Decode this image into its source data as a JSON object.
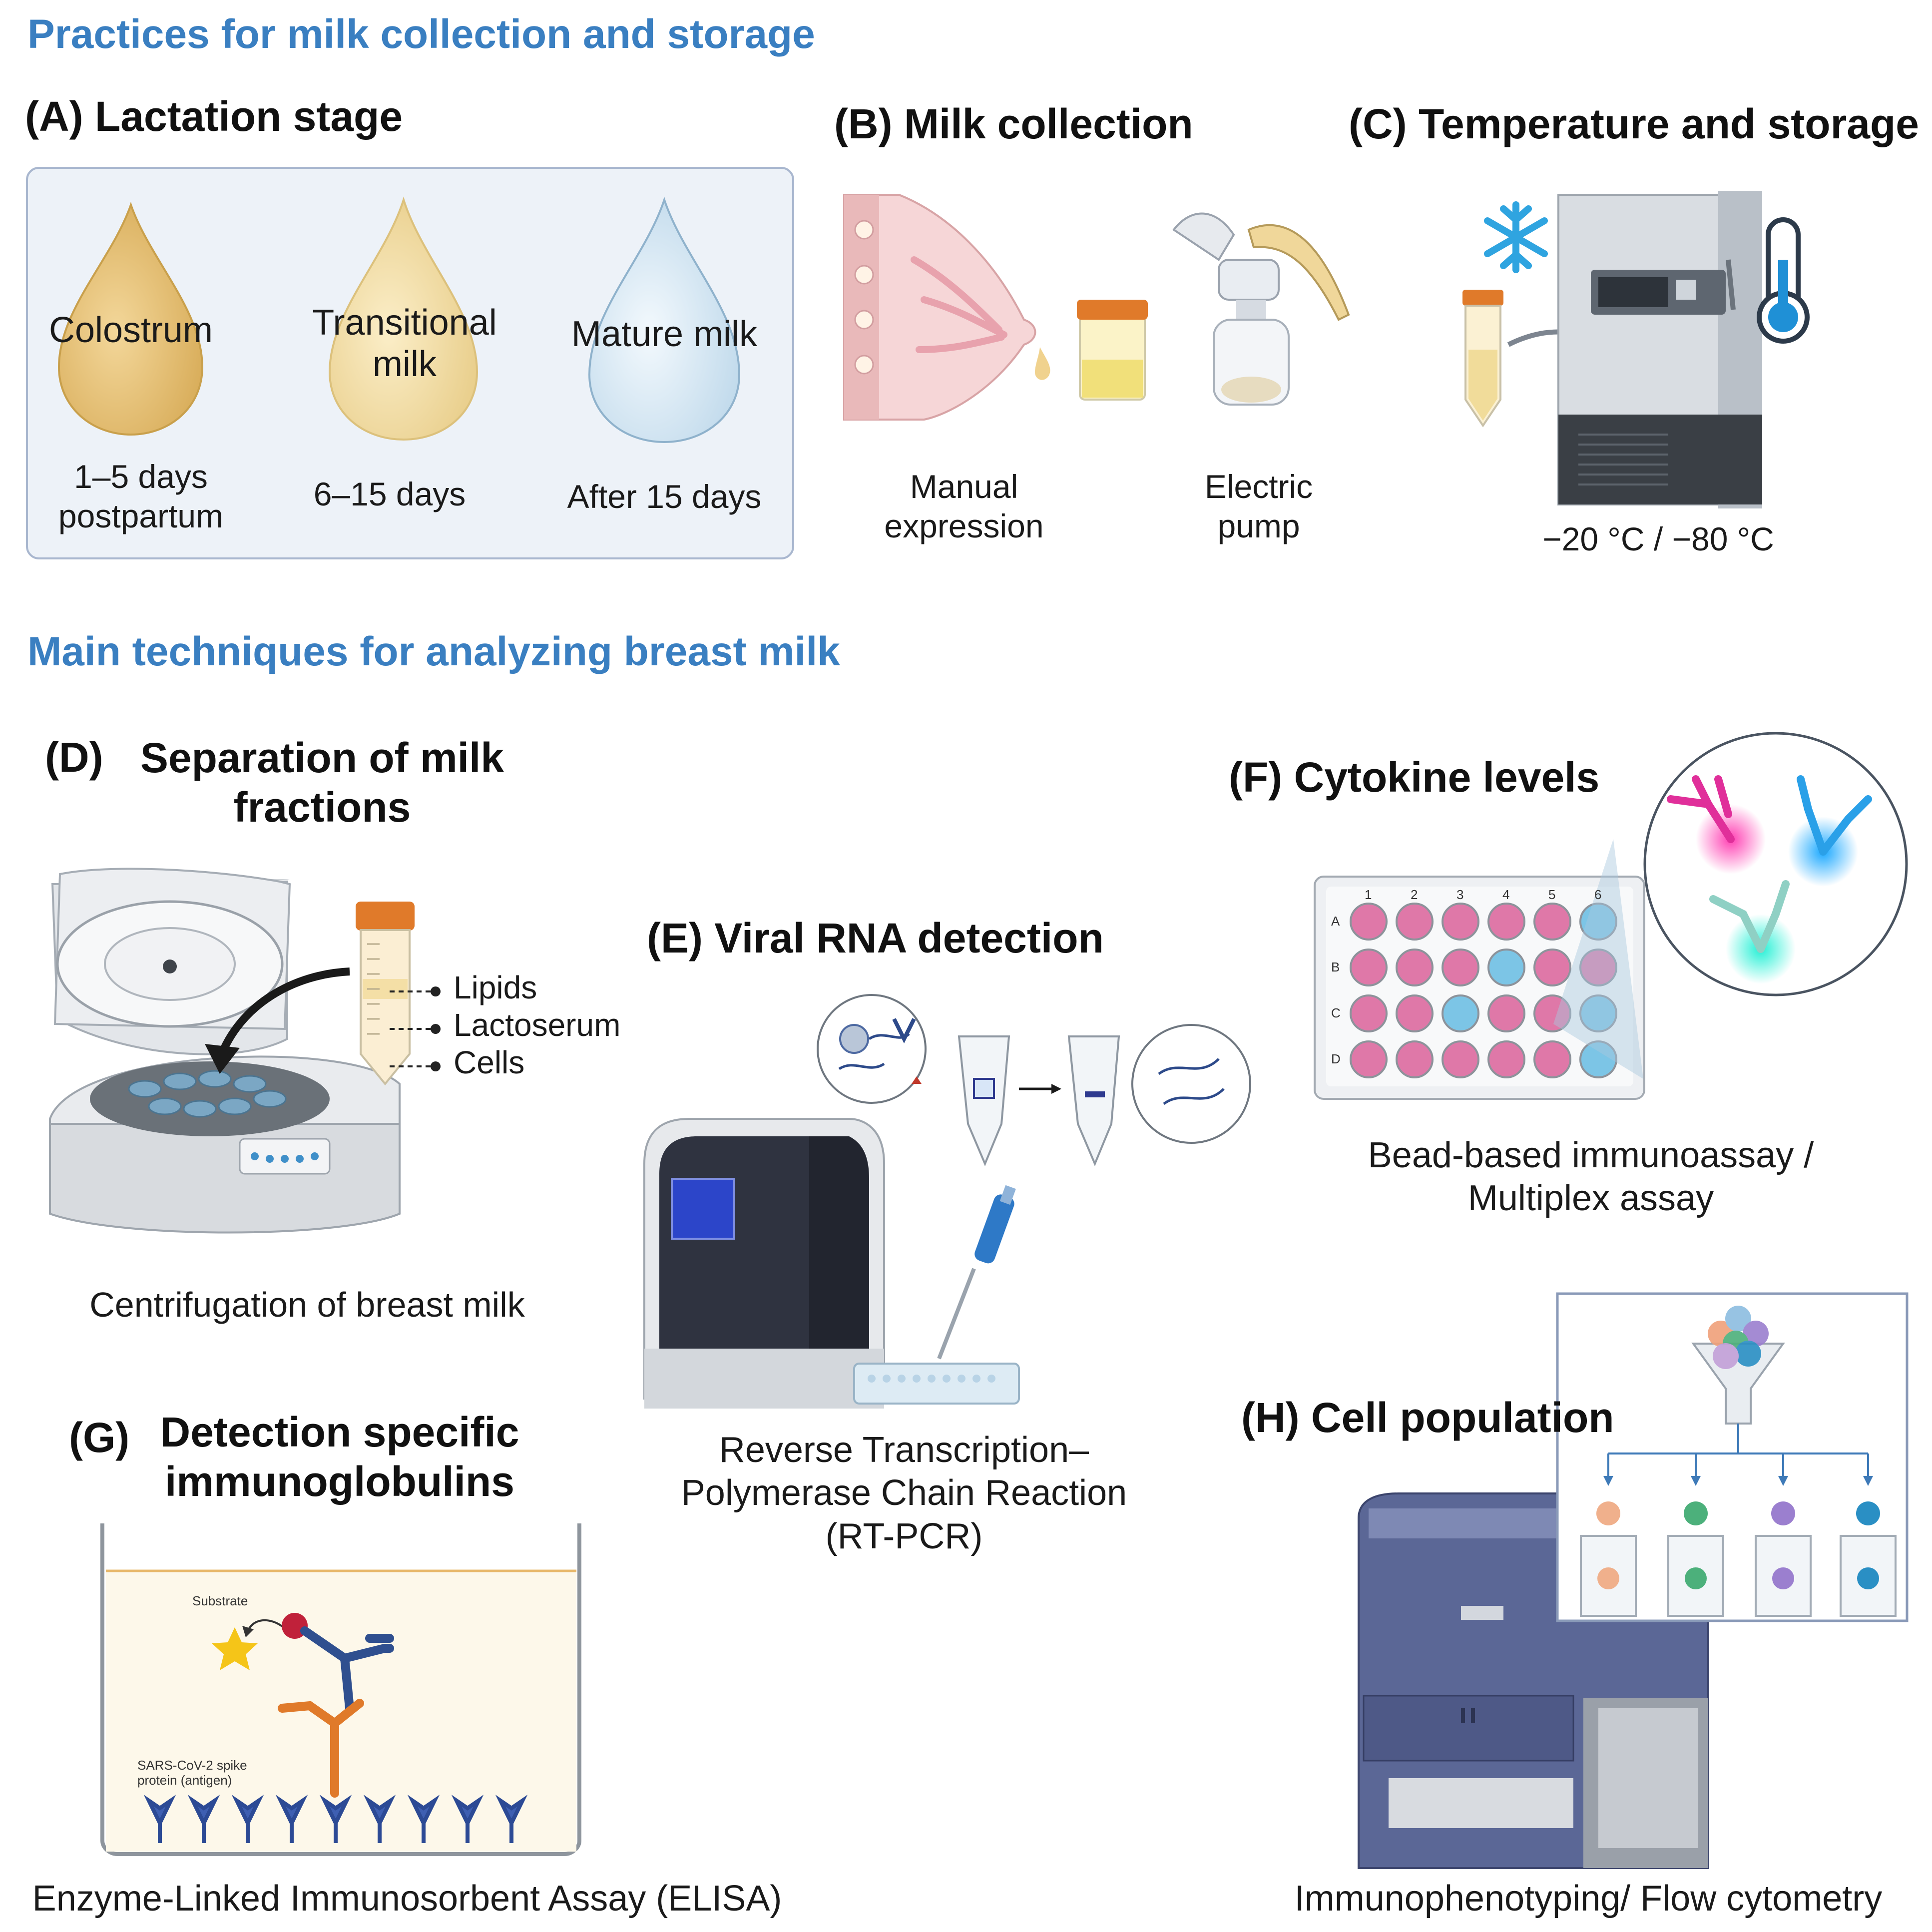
{
  "sections": {
    "collection_title": "Practices for milk collection and storage",
    "analysis_title": "Main techniques for analyzing breast milk"
  },
  "panels": {
    "a": {
      "title": "(A) Lactation stage",
      "drops": [
        {
          "label": "Colostrum",
          "caption": "1–5 days\npostpartum"
        },
        {
          "label": "Transitional\nmilk",
          "caption": "6–15 days"
        },
        {
          "label": "Mature milk",
          "caption": "After 15 days"
        }
      ]
    },
    "b": {
      "title": "(B) Milk collection",
      "manual": "Manual\nexpression",
      "pump": "Electric\npump"
    },
    "c": {
      "title": "(C) Temperature and storage",
      "temp": "−20 °C / −80 °C"
    },
    "d": {
      "title_tag": "(D)",
      "title": "Separation of milk\nfractions",
      "layers": [
        "Lipids",
        "Lactoserum",
        "Cells"
      ],
      "caption": "Centrifugation of breast milk"
    },
    "e": {
      "title": "(E) Viral RNA detection",
      "caption": "Reverse Transcription–\nPolymerase Chain Reaction\n(RT-PCR)"
    },
    "f": {
      "title": "(F) Cytokine levels",
      "plate_cols": [
        "1",
        "2",
        "3",
        "4",
        "5",
        "6"
      ],
      "plate_rows": [
        "A",
        "B",
        "C",
        "D"
      ],
      "caption": "Bead-based immunoassay /\nMultiplex assay"
    },
    "g": {
      "title_tag": "(G)",
      "title": "Detection specific\nimmunoglobulins",
      "substrate": "Substrate",
      "antigen": "SARS-CoV-2 spike\nprotein (antigen)",
      "caption": "Enzyme-Linked Immunosorbent Assay (ELISA)"
    },
    "h": {
      "title": "(H) Cell population",
      "caption": "Immunophenotyping/ Flow cytometry"
    }
  },
  "colors": {
    "section_blue": "#3a7fc1",
    "colostrum": "#e8c275",
    "transitional": "#f2dda4",
    "mature": "#d9ebf6",
    "panel_box": "#edf2f8",
    "well_pink": "#df78a8",
    "well_blue": "#7cc5e6",
    "cytometer": "#5b6796"
  }
}
